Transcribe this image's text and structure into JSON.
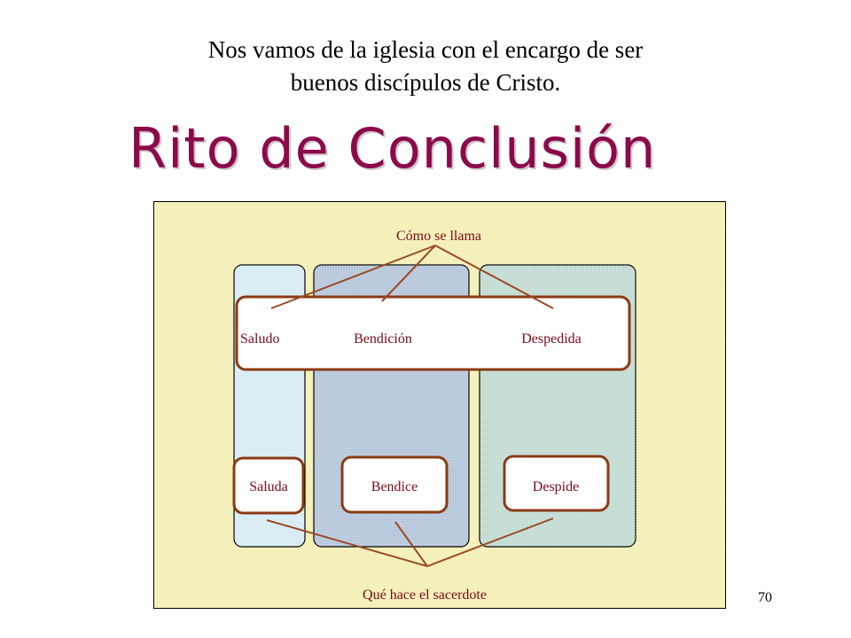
{
  "header": {
    "subtitle_line1": "Nos vamos de la iglesia con el encargo de ser",
    "subtitle_line2": "buenos discípulos de Cristo.",
    "title": "Rito de Conclusión"
  },
  "diagram": {
    "top_label": "Cómo se llama",
    "bottom_label": "Qué hace el sacerdote",
    "names": [
      "Saludo",
      "Bendición",
      "Despedida"
    ],
    "actions": [
      "Saluda",
      "Bendice",
      "Despide"
    ],
    "colors": {
      "background": "#f4f0b8",
      "column_left": "#d8ecf4",
      "column_middle": "#b8c8dc",
      "column_right": "#c4dcd4",
      "box_border": "#8b3a14",
      "connector": "#9b4a24",
      "label_text": "#7a0a1a"
    }
  },
  "footer": {
    "page_number": "70"
  }
}
